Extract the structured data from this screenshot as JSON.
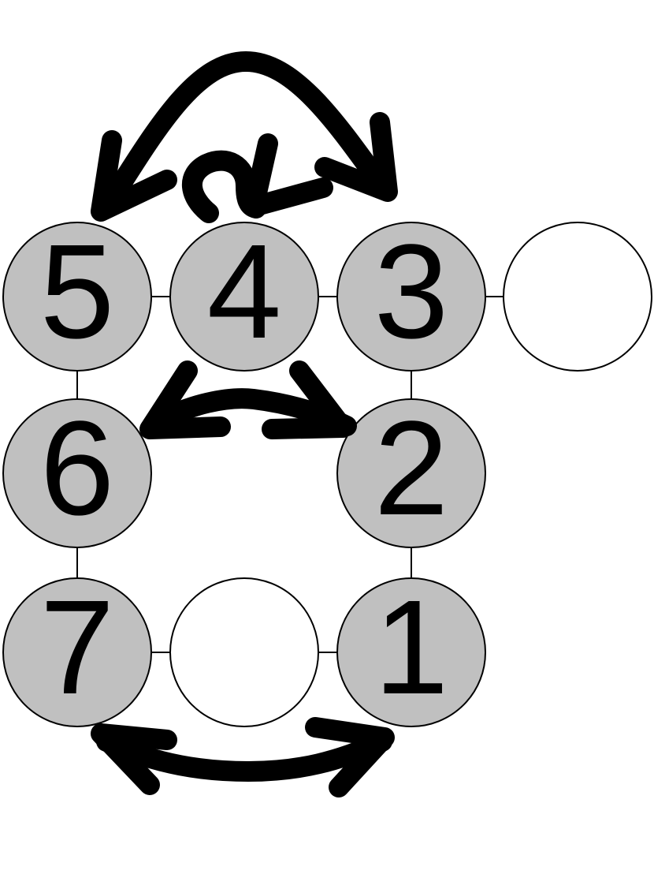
{
  "colors": {
    "visited_fill": "#c0c0c0",
    "empty_fill": "#ffffff",
    "stroke": "#000000"
  },
  "nodes": [
    {
      "id": "n5",
      "label": "5",
      "visited": true
    },
    {
      "id": "n4",
      "label": "4",
      "visited": true
    },
    {
      "id": "n3",
      "label": "3",
      "visited": true
    },
    {
      "id": "nE1",
      "label": "",
      "visited": false
    },
    {
      "id": "n6",
      "label": "6",
      "visited": true
    },
    {
      "id": "n2",
      "label": "2",
      "visited": true
    },
    {
      "id": "n7",
      "label": "7",
      "visited": true
    },
    {
      "id": "nE2",
      "label": "",
      "visited": false
    },
    {
      "id": "n1",
      "label": "1",
      "visited": true
    }
  ]
}
